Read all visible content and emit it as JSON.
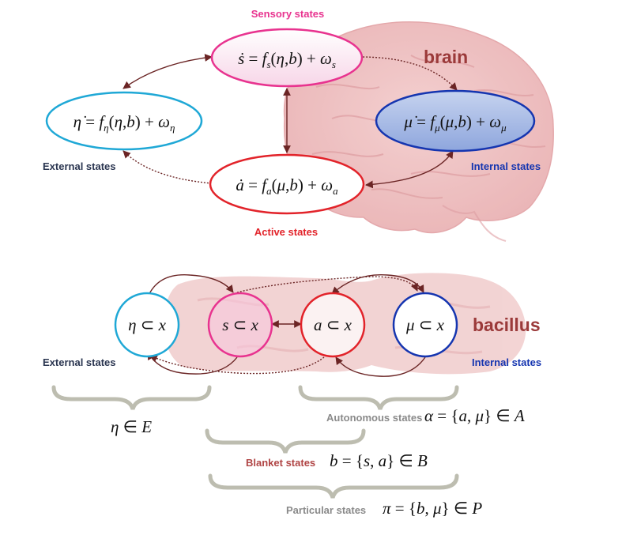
{
  "colors": {
    "sensory": "#e8338f",
    "active": "#e2232a",
    "external": "#1fa8d6",
    "internal": "#1535b0",
    "arrow": "#6b2525",
    "label_dark": "#2a3550",
    "label_grey": "#888888",
    "organism_label": "#9b3a3a"
  },
  "top": {
    "sensory_label": "Sensory states",
    "active_label": "Active states",
    "external_label": "External states",
    "internal_label": "Internal states",
    "organism": "brain"
  },
  "bottom": {
    "external_label": "External states",
    "internal_label": "Internal states",
    "organism": "bacillus",
    "autonomous_label": "Autonomous states",
    "blanket_label": "Blanket states",
    "particular_label": "Particular states"
  }
}
